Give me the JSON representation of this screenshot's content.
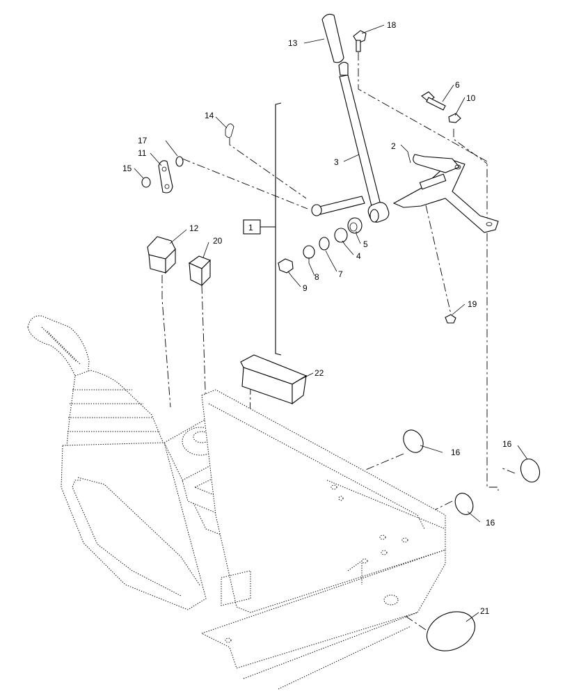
{
  "diagram": {
    "callouts": [
      {
        "id": "c1",
        "text": "1"
      },
      {
        "id": "c2",
        "text": "2"
      },
      {
        "id": "c3",
        "text": "3"
      },
      {
        "id": "c4",
        "text": "4"
      },
      {
        "id": "c5",
        "text": "5"
      },
      {
        "id": "c6",
        "text": "6"
      },
      {
        "id": "c7",
        "text": "7"
      },
      {
        "id": "c8",
        "text": "8"
      },
      {
        "id": "c9",
        "text": "9"
      },
      {
        "id": "c10",
        "text": "10"
      },
      {
        "id": "c11",
        "text": "11"
      },
      {
        "id": "c12",
        "text": "12"
      },
      {
        "id": "c13",
        "text": "13"
      },
      {
        "id": "c14",
        "text": "14"
      },
      {
        "id": "c15",
        "text": "15"
      },
      {
        "id": "c16a",
        "text": "16"
      },
      {
        "id": "c16b",
        "text": "16"
      },
      {
        "id": "c16c",
        "text": "16"
      },
      {
        "id": "c17",
        "text": "17"
      },
      {
        "id": "c18",
        "text": "18"
      },
      {
        "id": "c19",
        "text": "19"
      },
      {
        "id": "c20",
        "text": "20"
      },
      {
        "id": "c21",
        "text": "21"
      },
      {
        "id": "c22",
        "text": "22"
      }
    ]
  }
}
